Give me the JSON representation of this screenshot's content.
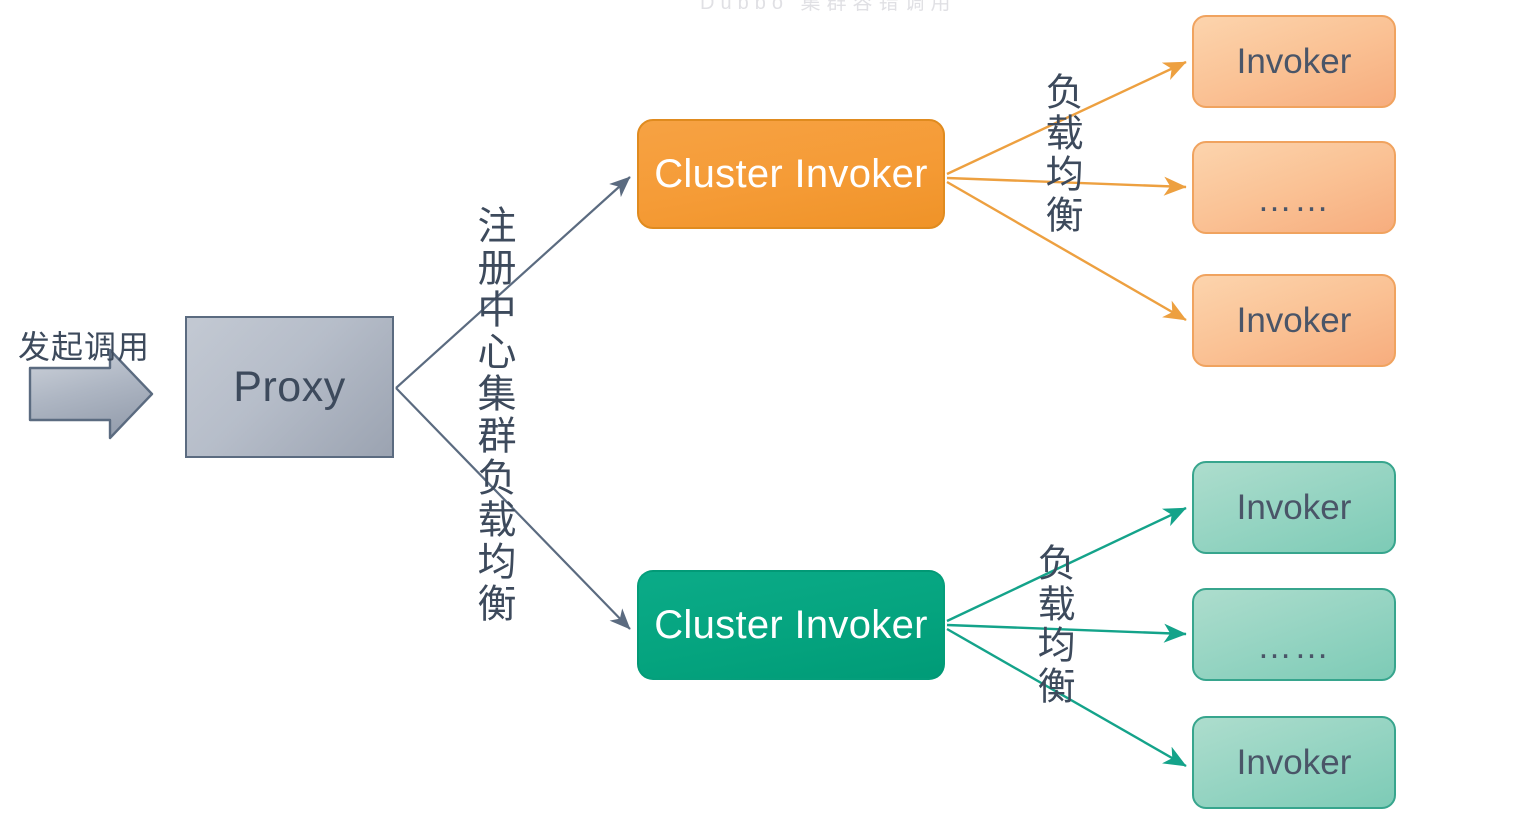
{
  "diagram": {
    "title_clipped": "Dubbo 集群容错调用",
    "entry": {
      "label": "发起调用",
      "arrow_icon": "block-arrow-right-icon"
    },
    "proxy": {
      "label": "Proxy"
    },
    "registry_edge": {
      "label": "注册中心集群负载均衡"
    },
    "clusters": [
      {
        "id": "cluster-orange",
        "label": "Cluster Invoker",
        "color": "#f59b36",
        "text_color": "#ffffff",
        "lb_label": "负载均衡",
        "invokers": [
          {
            "label": "Invoker"
          },
          {
            "label": "……"
          },
          {
            "label": "Invoker"
          }
        ],
        "invoker_color": "#fac295",
        "invoker_border": "#f0a35f",
        "edge_color": "#eda040"
      },
      {
        "id": "cluster-green",
        "label": "Cluster Invoker",
        "color": "#05a47f",
        "text_color": "#ffffff",
        "lb_label": "负载均衡",
        "invokers": [
          {
            "label": "Invoker"
          },
          {
            "label": "……"
          },
          {
            "label": "Invoker"
          }
        ],
        "invoker_color": "#95d4c2",
        "invoker_border": "#37a58d",
        "edge_color": "#14a38a"
      }
    ],
    "colors": {
      "proxy_fill": "#b6bdc9",
      "proxy_border": "#5b6b80",
      "text_dark": "#3d4a5c",
      "connector_gray": "#5b6b80",
      "background": "#ffffff"
    }
  }
}
